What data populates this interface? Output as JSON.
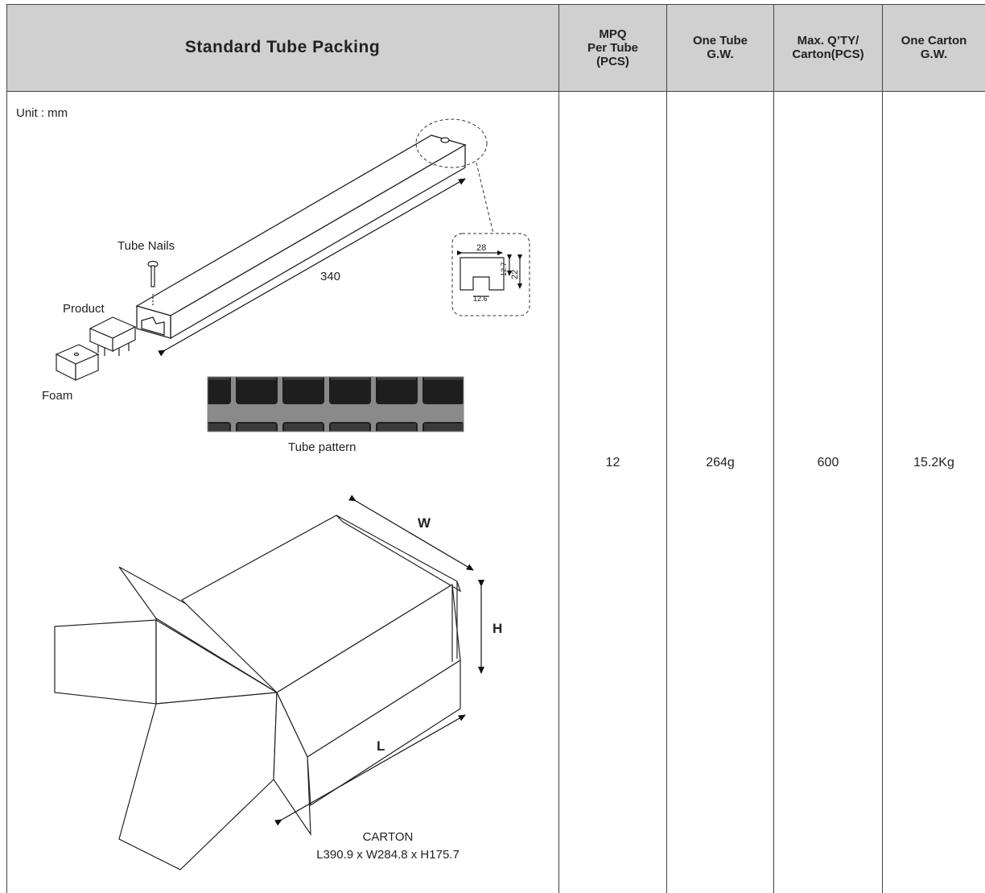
{
  "header": {
    "packing_title": "Standard Tube Packing",
    "col_mpq": "MPQ\nPer Tube\n(PCS)",
    "col_tube_gw": "One Tube\nG.W.",
    "col_max_qty": "Max. Q’TY/\nCarton(PCS)",
    "col_carton_gw": "One Carton\nG.W."
  },
  "row": {
    "mpq": "12",
    "tube_gw": "264g",
    "max_qty": "600",
    "carton_gw": "15.2Kg"
  },
  "diagram": {
    "unit": "Unit : mm",
    "tube_nails": "Tube Nails",
    "product": "Product",
    "foam": "Foam",
    "tube_length": "340",
    "detail_width": "28",
    "detail_h1": "12.7",
    "detail_h2": "22",
    "detail_slot": "12.6",
    "tube_pattern": "Tube  pattern",
    "carton_w": "W",
    "carton_h": "H",
    "carton_l": "L",
    "carton_title": "CARTON",
    "carton_dims": "L390.9 x W284.8 x H175.7"
  }
}
